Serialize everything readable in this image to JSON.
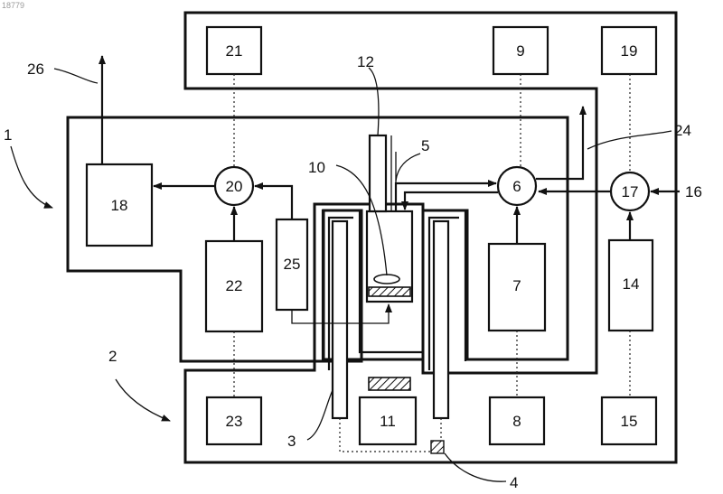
{
  "image_id": "18779",
  "blocks": {
    "b21": "21",
    "b9": "9",
    "b19": "19",
    "b18": "18",
    "b22": "22",
    "b25": "25",
    "b7": "7",
    "b14": "14",
    "b23": "23",
    "b11": "11",
    "b8": "8",
    "b15": "15"
  },
  "nodes": {
    "n20": "20",
    "n6": "6",
    "n17": "17"
  },
  "callouts": {
    "c1": "1",
    "c2": "2",
    "c3": "3",
    "c4": "4",
    "c5": "5",
    "c10": "10",
    "c12": "12",
    "c16": "16",
    "c24": "24",
    "c26": "26"
  }
}
